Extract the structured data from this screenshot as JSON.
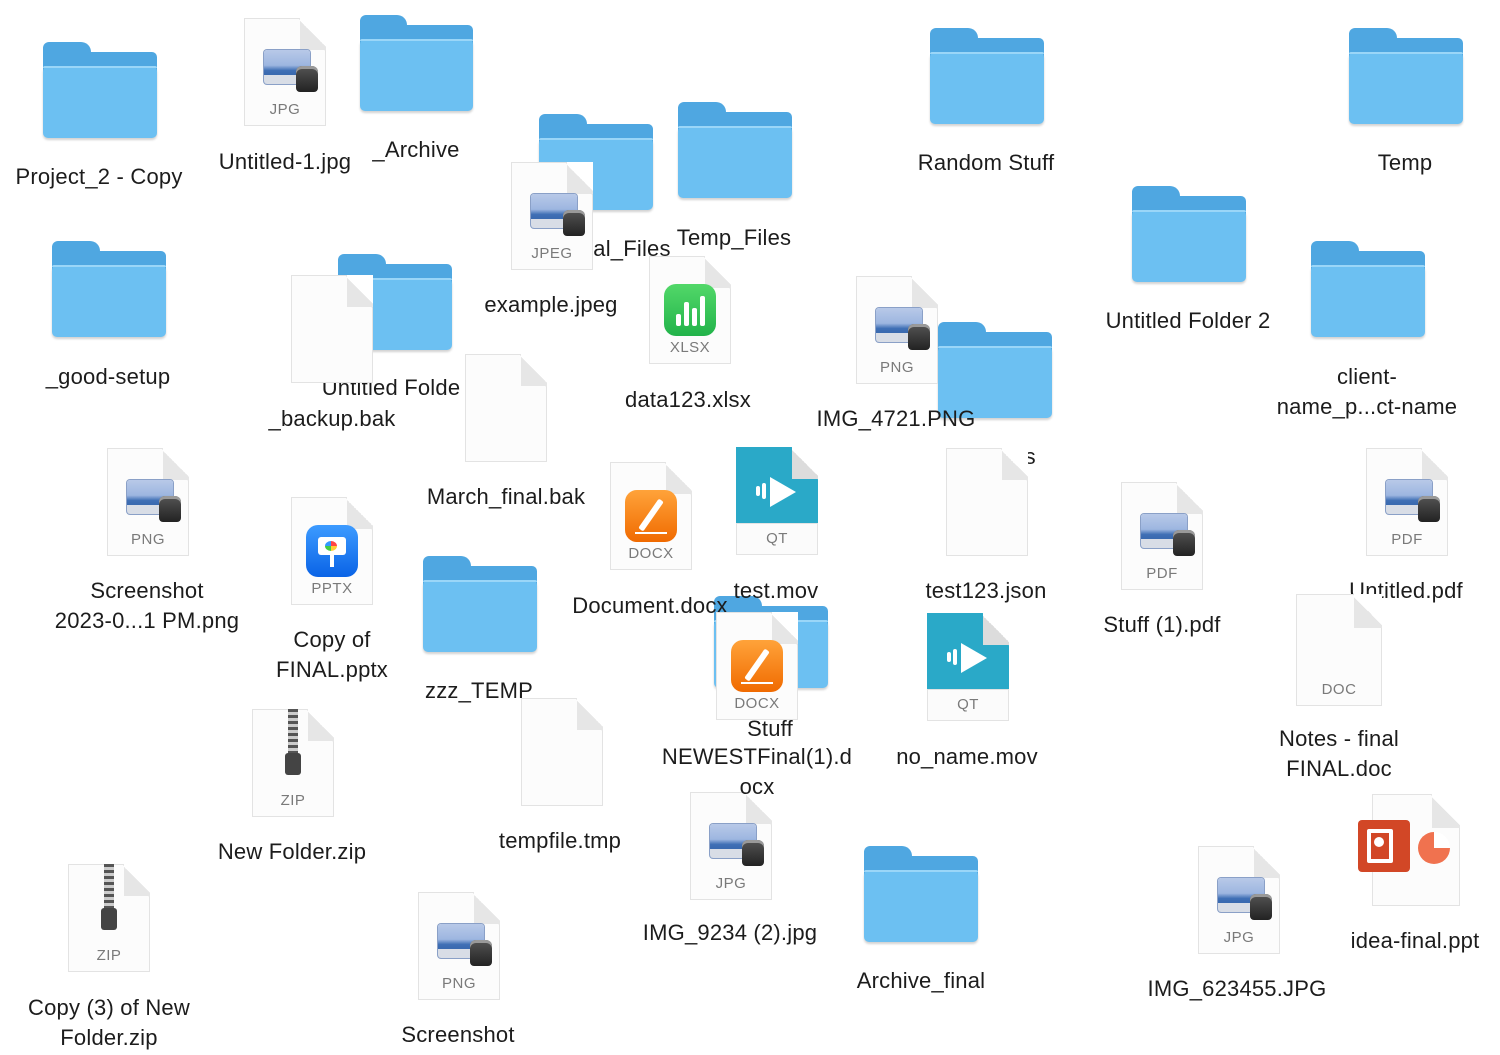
{
  "desktop": {
    "items": [
      {
        "name": "Project_2 - Copy",
        "type": "folder"
      },
      {
        "name": "Untitled-1.jpg",
        "type": "image",
        "ext": "JPG"
      },
      {
        "name": "_Archive",
        "type": "folder"
      },
      {
        "name": "al_Files",
        "type": "folder"
      },
      {
        "name": "Temp_Files",
        "type": "folder"
      },
      {
        "name": "Random Stuff",
        "type": "folder"
      },
      {
        "name": "Temp",
        "type": "folder"
      },
      {
        "name": "example.jpeg",
        "type": "image",
        "ext": "JPEG"
      },
      {
        "name": "_good-setup",
        "type": "folder"
      },
      {
        "name": "Untitled Folde",
        "type": "folder"
      },
      {
        "name": "_backup.bak",
        "type": "file"
      },
      {
        "name": "data123.xlsx",
        "type": "spreadsheet",
        "ext": "XLSX"
      },
      {
        "name": "IMG_4721.PNG",
        "type": "image",
        "ext": "PNG"
      },
      {
        "name": "Untitled Folder 2",
        "type": "folder"
      },
      {
        "name": "client-",
        "type": "folder"
      },
      {
        "name": "name_p...ct-name",
        "type": "folder"
      },
      {
        "name": "March_final.bak",
        "type": "file"
      },
      {
        "name": "iles",
        "type": "folder"
      },
      {
        "name": "Screenshot",
        "type": "image",
        "ext": "PNG"
      },
      {
        "name": "2023-0...1 PM.png",
        "type": "image"
      },
      {
        "name": "Copy of",
        "type": "presentation",
        "ext": "PPTX"
      },
      {
        "name": "FINAL.pptx",
        "type": "presentation"
      },
      {
        "name": "Document.docx",
        "type": "document",
        "ext": "DOCX"
      },
      {
        "name": "test.mov",
        "type": "movie",
        "ext": "QT"
      },
      {
        "name": "test123.json",
        "type": "file"
      },
      {
        "name": "Stuff (1).pdf",
        "type": "pdf",
        "ext": "PDF"
      },
      {
        "name": "Untitled.pdf",
        "type": "pdf",
        "ext": "PDF"
      },
      {
        "name": "zzz_TEMP",
        "type": "folder"
      },
      {
        "name": "Stuff",
        "type": "folder"
      },
      {
        "name": "NEWESTFinal(1).d",
        "type": "document",
        "ext": "DOCX"
      },
      {
        "name": "ocx",
        "type": "document"
      },
      {
        "name": "no_name.mov",
        "type": "movie",
        "ext": "QT"
      },
      {
        "name": "Notes - final",
        "type": "document",
        "ext": "DOC"
      },
      {
        "name": "FINAL.doc",
        "type": "document"
      },
      {
        "name": "New Folder.zip",
        "type": "archive",
        "ext": "ZIP"
      },
      {
        "name": "tempfile.tmp",
        "type": "file"
      },
      {
        "name": "IMG_9234 (2).jpg",
        "type": "image",
        "ext": "JPG"
      },
      {
        "name": "Archive_final",
        "type": "folder"
      },
      {
        "name": "IMG_623455.JPG",
        "type": "image",
        "ext": "JPG"
      },
      {
        "name": "idea-final.ppt",
        "type": "presentation"
      },
      {
        "name": "Copy (3) of New",
        "type": "archive",
        "ext": "ZIP"
      },
      {
        "name": "Folder.zip",
        "type": "archive"
      },
      {
        "name": "Screenshot",
        "type": "image",
        "ext": "PNG"
      }
    ]
  },
  "colors": {
    "folder_front": "#6cc0f2",
    "folder_back": "#4fa7e1",
    "quicktime": "#2aa9c8",
    "numbers_green": "#34c759",
    "pages_orange": "#f7861c",
    "keynote_blue": "#1f7cf2",
    "powerpoint_red": "#d24726"
  }
}
